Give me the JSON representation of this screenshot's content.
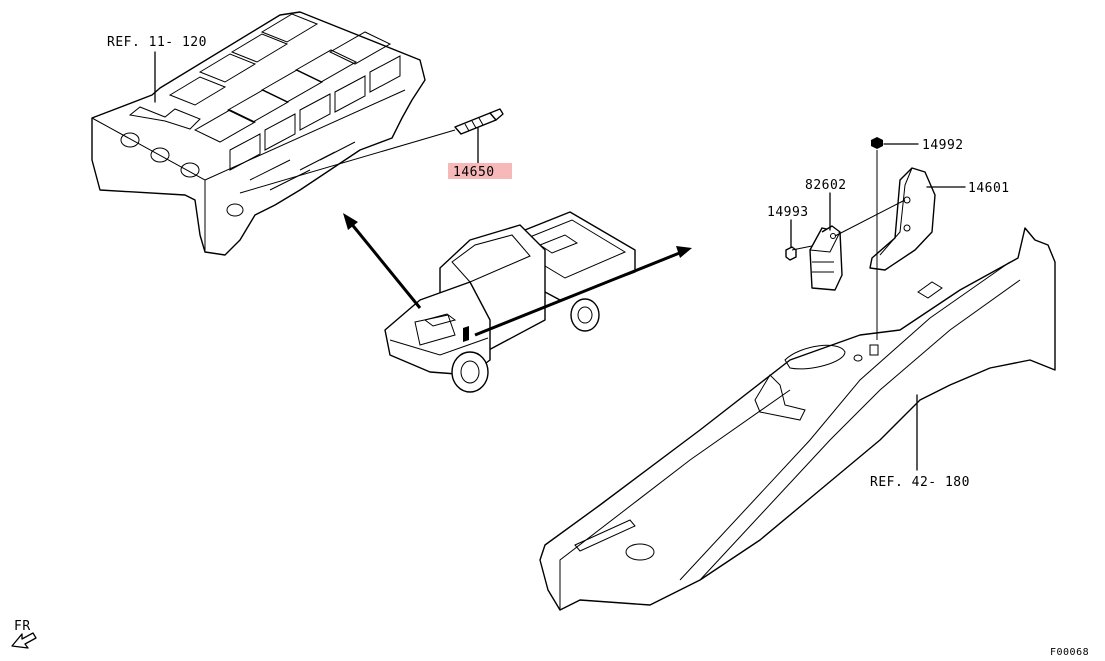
{
  "colors": {
    "line": "#000000",
    "highlight": "#f6b8b8",
    "background": "#ffffff"
  },
  "labels": {
    "ref_11_120": "REF. 11- 120",
    "part_14650": "14650",
    "part_14992": "14992",
    "part_82602": "82602",
    "part_14601": "14601",
    "part_14993": "14993",
    "ref_42_180": "REF. 42- 180",
    "front_marker": "FR",
    "figure_code": "F00068"
  }
}
